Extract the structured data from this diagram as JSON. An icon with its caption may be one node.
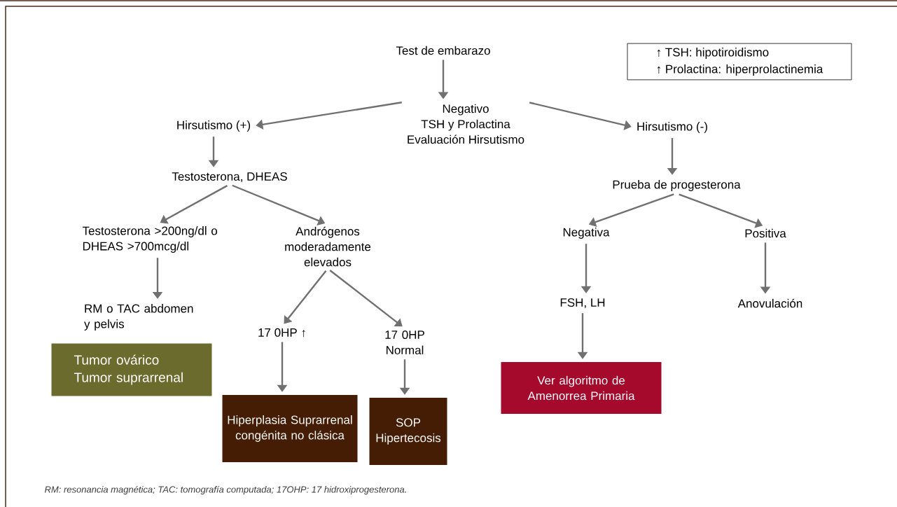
{
  "diagram": {
    "caption": "RM: resonancia magnética; TAC: tomografía computada; 17OHP: 17 hidroxiprogesterona.",
    "nodes": [
      {
        "text": [
          "Test de embarazo"
        ]
      },
      {
        "text": [
          "Negativo",
          "TSH y Prolactina",
          "Evaluación Hirsutismo"
        ]
      },
      {
        "text": [
          "Hirsutismo (+)"
        ]
      },
      {
        "text": [
          "Hirsutismo (-)"
        ]
      },
      {
        "text": [
          "Testosterona, DHEAS"
        ]
      },
      {
        "text": [
          "Testosterona >200ng/dl o DHEAS >700mcg/dl"
        ]
      },
      {
        "text": [
          "Andrógenos moderadamente elevados"
        ]
      },
      {
        "text": [
          "RM o TAC abdomen y pelvis"
        ]
      },
      {
        "text": [
          "Tumor ovárico Tumor suprarrenal"
        ]
      },
      {
        "text": [
          "17 0HP ↑"
        ]
      },
      {
        "text": [
          "17 0HP Normal"
        ]
      },
      {
        "text": [
          "Hiperplasia Suprarrenal congénita no clásica"
        ]
      },
      {
        "text": [
          "SOP Hipertecosis"
        ]
      },
      {
        "text": [
          "Prueba de progesterona"
        ]
      },
      {
        "text": [
          "Negativa"
        ]
      },
      {
        "text": [
          "Positiva"
        ]
      },
      {
        "text": [
          "FSH, LH"
        ]
      },
      {
        "text": [
          "Anovulación"
        ]
      },
      {
        "text": [
          "Ver algoritmo de Amenorrea Primaria"
        ]
      },
      {
        "text": [
          "↑ TSH: hipotiroidismo",
          "↑ Prolactina: hiperprolactinemia"
        ]
      }
    ],
    "edges": [
      {
        "from": 0,
        "to": 1,
        "arrow": "to"
      },
      {
        "from": 1,
        "to": 2,
        "arrow": "to"
      },
      {
        "from": 1,
        "to": 3,
        "arrow": "to"
      },
      {
        "from": 2,
        "to": 4,
        "arrow": "to"
      },
      {
        "from": 4,
        "to": 5,
        "arrow": "to"
      },
      {
        "from": 4,
        "to": 6,
        "arrow": "to"
      },
      {
        "from": 5,
        "to": 7,
        "arrow": "to"
      },
      {
        "from": 6,
        "to": 9,
        "arrow": "to"
      },
      {
        "from": 6,
        "to": 10,
        "arrow": "to"
      },
      {
        "from": 9,
        "to": 11,
        "arrow": "to"
      },
      {
        "from": 10,
        "to": 12,
        "arrow": "to"
      },
      {
        "from": 3,
        "to": 13,
        "arrow": "to"
      },
      {
        "from": 13,
        "to": 14,
        "arrow": "to"
      },
      {
        "from": 13,
        "to": 15,
        "arrow": "to"
      },
      {
        "from": 14,
        "to": 16,
        "arrow": "to"
      },
      {
        "from": 15,
        "to": 17,
        "arrow": "to"
      },
      {
        "from": 16,
        "to": 18,
        "arrow": "to"
      }
    ]
  }
}
